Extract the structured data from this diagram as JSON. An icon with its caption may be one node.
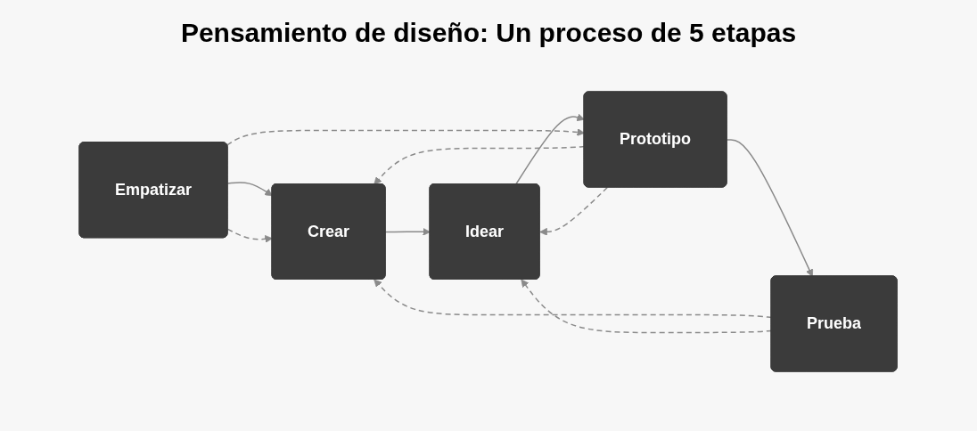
{
  "diagram": {
    "title": "Pensamiento de diseño: Un proceso de 5 etapas",
    "nodes": [
      {
        "text": [
          "Empatizar"
        ]
      },
      {
        "text": [
          "Crear"
        ]
      },
      {
        "text": [
          "Idear"
        ]
      },
      {
        "text": [
          "Prototipo"
        ]
      },
      {
        "text": [
          "Prueba"
        ]
      }
    ],
    "edges": [
      {
        "from": 0,
        "to": 1,
        "arrow": "to"
      },
      {
        "from": 1,
        "to": 2,
        "arrow": "to"
      },
      {
        "from": 2,
        "to": 3,
        "arrow": "to"
      },
      {
        "from": 3,
        "to": 4,
        "arrow": "to"
      },
      {
        "from": 0,
        "to": 1,
        "arrow": "to",
        "style": "dashed"
      },
      {
        "from": 0,
        "to": 3,
        "arrow": "to",
        "style": "dashed"
      },
      {
        "from": 3,
        "to": 1,
        "arrow": "to",
        "style": "dashed"
      },
      {
        "from": 3,
        "to": 2,
        "arrow": "to",
        "style": "dashed"
      },
      {
        "from": 4,
        "to": 1,
        "arrow": "to",
        "style": "dashed"
      },
      {
        "from": 4,
        "to": 2,
        "arrow": "to",
        "style": "dashed"
      }
    ]
  }
}
